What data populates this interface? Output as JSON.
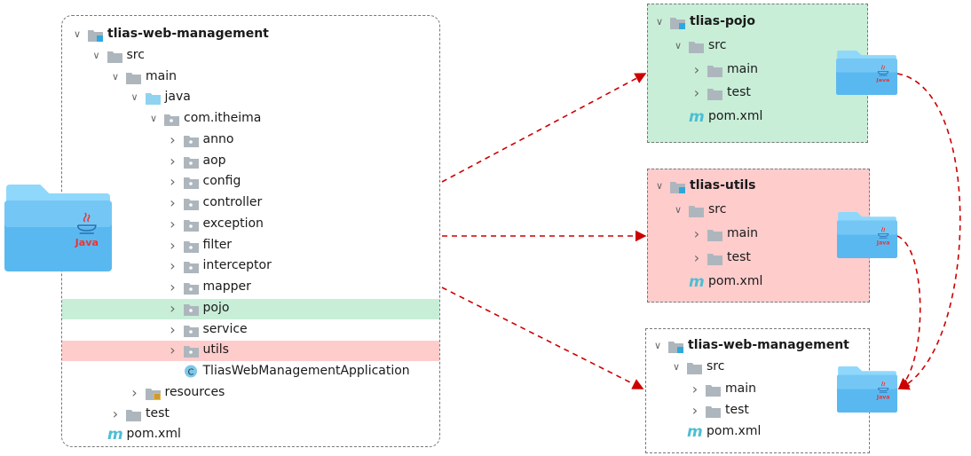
{
  "colors": {
    "module_green": "#c8eed8",
    "module_red": "#ffcccc",
    "arrow": "#cc0000",
    "folder_gray": "#aeb6bd",
    "folder_blue": "#8fd3f0"
  },
  "left_tree": [
    {
      "depth": 0,
      "type": "module",
      "chevron": "down",
      "label": "tlias-web-management",
      "bold": true
    },
    {
      "depth": 1,
      "type": "folder",
      "chevron": "down",
      "label": "src"
    },
    {
      "depth": 2,
      "type": "folder",
      "chevron": "down",
      "label": "main"
    },
    {
      "depth": 3,
      "type": "source-folder",
      "chevron": "down",
      "label": "java"
    },
    {
      "depth": 4,
      "type": "package",
      "chevron": "down",
      "label": "com.itheima"
    },
    {
      "depth": 5,
      "type": "package",
      "chevron": "right",
      "label": "anno"
    },
    {
      "depth": 5,
      "type": "package",
      "chevron": "right",
      "label": "aop"
    },
    {
      "depth": 5,
      "type": "package",
      "chevron": "right",
      "label": "config"
    },
    {
      "depth": 5,
      "type": "package",
      "chevron": "right",
      "label": "controller"
    },
    {
      "depth": 5,
      "type": "package",
      "chevron": "right",
      "label": "exception"
    },
    {
      "depth": 5,
      "type": "package",
      "chevron": "right",
      "label": "filter"
    },
    {
      "depth": 5,
      "type": "package",
      "chevron": "right",
      "label": "interceptor"
    },
    {
      "depth": 5,
      "type": "package",
      "chevron": "right",
      "label": "mapper"
    },
    {
      "depth": 5,
      "type": "package",
      "chevron": "right",
      "label": "pojo",
      "highlight": "green"
    },
    {
      "depth": 5,
      "type": "package",
      "chevron": "right",
      "label": "service"
    },
    {
      "depth": 5,
      "type": "package",
      "chevron": "right",
      "label": "utils",
      "highlight": "red"
    },
    {
      "depth": 5,
      "type": "class",
      "chevron": "none",
      "label": "TliasWebManagementApplication"
    },
    {
      "depth": 3,
      "type": "resources",
      "chevron": "right",
      "label": "resources"
    },
    {
      "depth": 2,
      "type": "folder",
      "chevron": "right",
      "label": "test"
    },
    {
      "depth": 1,
      "type": "maven",
      "chevron": "none",
      "label": "pom.xml"
    }
  ],
  "modules": [
    {
      "name": "tlias-pojo",
      "rows": [
        {
          "depth": 0,
          "type": "module",
          "chevron": "down",
          "label": "tlias-pojo",
          "bold": true
        },
        {
          "depth": 1,
          "type": "folder",
          "chevron": "down",
          "label": "src"
        },
        {
          "depth": 2,
          "type": "folder",
          "chevron": "right",
          "label": "main"
        },
        {
          "depth": 2,
          "type": "folder",
          "chevron": "right",
          "label": "test"
        },
        {
          "depth": 1,
          "type": "maven",
          "chevron": "none",
          "label": "pom.xml"
        }
      ]
    },
    {
      "name": "tlias-utils",
      "rows": [
        {
          "depth": 0,
          "type": "module",
          "chevron": "down",
          "label": "tlias-utils",
          "bold": true
        },
        {
          "depth": 1,
          "type": "folder",
          "chevron": "down",
          "label": "src"
        },
        {
          "depth": 2,
          "type": "folder",
          "chevron": "right",
          "label": "main"
        },
        {
          "depth": 2,
          "type": "folder",
          "chevron": "right",
          "label": "test"
        },
        {
          "depth": 1,
          "type": "maven",
          "chevron": "none",
          "label": "pom.xml"
        }
      ]
    },
    {
      "name": "tlias-web-management",
      "rows": [
        {
          "depth": 0,
          "type": "module",
          "chevron": "down",
          "label": "tlias-web-management",
          "bold": true
        },
        {
          "depth": 1,
          "type": "folder",
          "chevron": "down",
          "label": "src"
        },
        {
          "depth": 2,
          "type": "folder",
          "chevron": "right",
          "label": "main"
        },
        {
          "depth": 2,
          "type": "folder",
          "chevron": "right",
          "label": "test"
        },
        {
          "depth": 1,
          "type": "maven",
          "chevron": "none",
          "label": "pom.xml"
        }
      ]
    }
  ],
  "java_folder_logo": "Java"
}
